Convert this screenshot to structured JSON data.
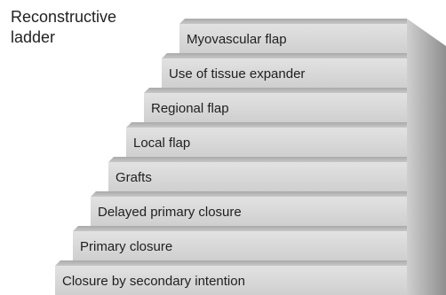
{
  "title": {
    "line1": "Reconstructive",
    "line2": "ladder"
  },
  "steps": [
    {
      "label": "Closure by secondary intention"
    },
    {
      "label": "Primary closure"
    },
    {
      "label": "Delayed primary closure"
    },
    {
      "label": "Grafts"
    },
    {
      "label": "Local flap"
    },
    {
      "label": "Regional flap"
    },
    {
      "label": "Use of tissue expander"
    },
    {
      "label": "Myovascular flap"
    }
  ],
  "colors": {
    "background": "#ffffff",
    "step_front": "#d8d8d8",
    "step_top": "#bdbdbd",
    "side_light": "#c9c9c9",
    "side_dark": "#8f8f8f",
    "text": "#1f1f1f"
  }
}
